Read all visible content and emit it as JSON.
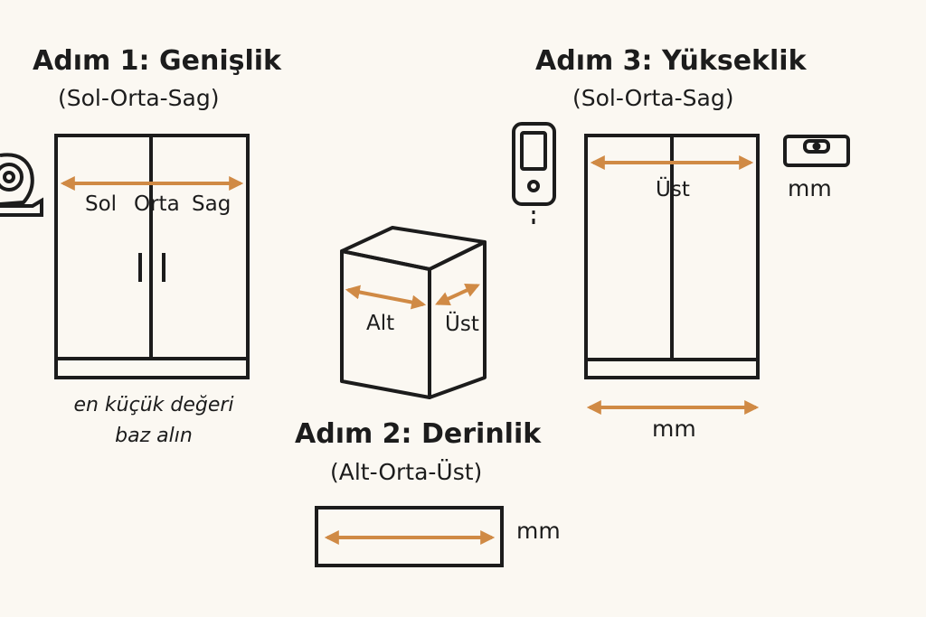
{
  "step1": {
    "title": "Adım 1: Genişlik",
    "subtitle": "(Sol-Orta-Sag)",
    "labels": [
      "Sol",
      "Orta",
      "Sag"
    ],
    "note_line1": "en küçük değeri",
    "note_line2": "baz alın"
  },
  "step2": {
    "title": "Adım 2: Derinlik",
    "subtitle": "(Alt-Orta-Üst)",
    "label_front": "Alt",
    "label_side": "Üst",
    "unit": "mm"
  },
  "step3": {
    "title": "Adım 3: Yükseklik",
    "subtitle": "(Sol-Orta-Sag)",
    "label_top": "Üst",
    "unit_right": "mm",
    "unit_bottom": "mm"
  },
  "colors": {
    "line": "#1c1c1c",
    "arrow": "#d08a45",
    "background": "#fbf8f2"
  },
  "icons": [
    "tape-measure-icon",
    "laser-meter-icon",
    "spirit-level-icon"
  ]
}
